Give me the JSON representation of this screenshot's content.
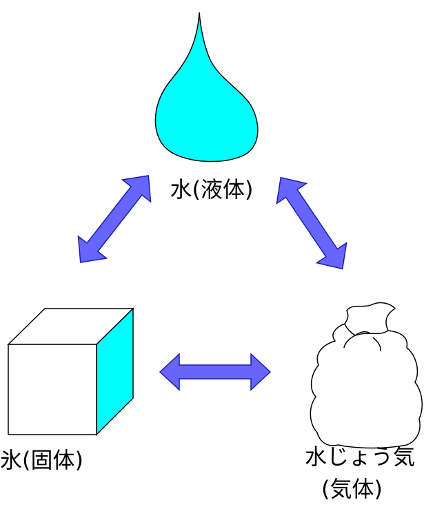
{
  "labels": {
    "liquid": "水(液体)",
    "solid": "氷(固体)",
    "gas_line1": "水じょう気",
    "gas_line2": "(気体)"
  },
  "colors": {
    "water": "#00ffff",
    "arrow_fill": "#6666ff",
    "arrow_stroke": "#1a1ab0",
    "outline": "#000000",
    "background": "#ffffff"
  },
  "icons": {
    "liquid": "water-drop-icon",
    "solid": "ice-cube-icon",
    "gas": "steam-bag-icon"
  }
}
